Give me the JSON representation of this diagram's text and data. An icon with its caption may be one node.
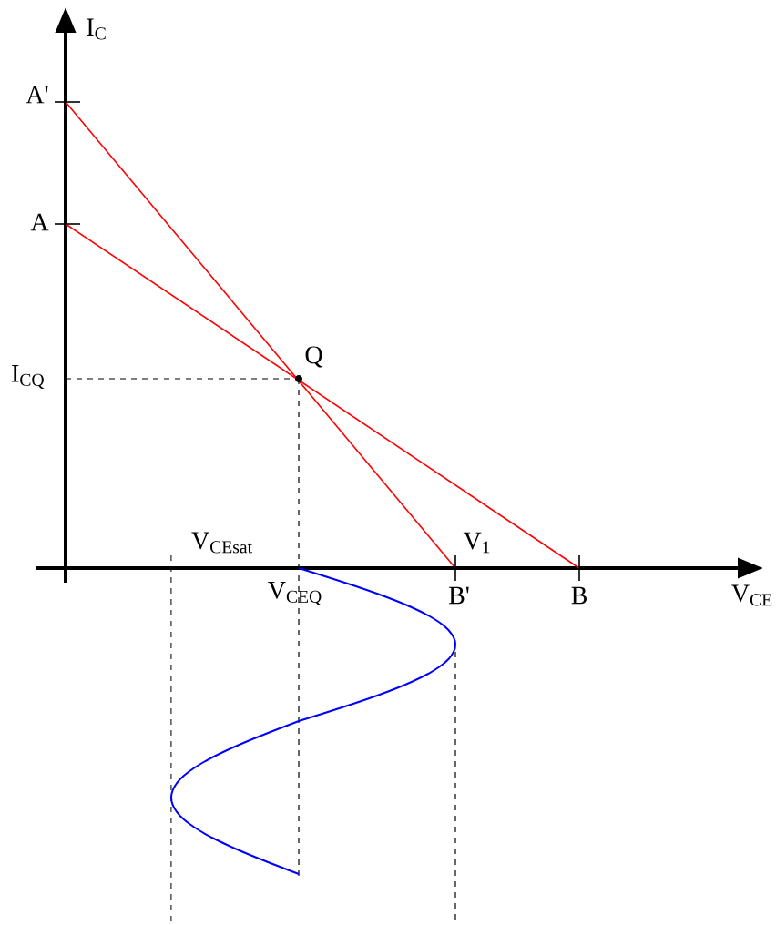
{
  "diagram": {
    "labels": [
      "I$_{C}$",
      "A'",
      "A",
      "I$_{CQ}$",
      "Q",
      "V$_{CEsat}$",
      "V$_{1}$",
      "V$_{CEQ}$",
      "B'",
      "B",
      "V$_{CE}$"
    ]
  }
}
